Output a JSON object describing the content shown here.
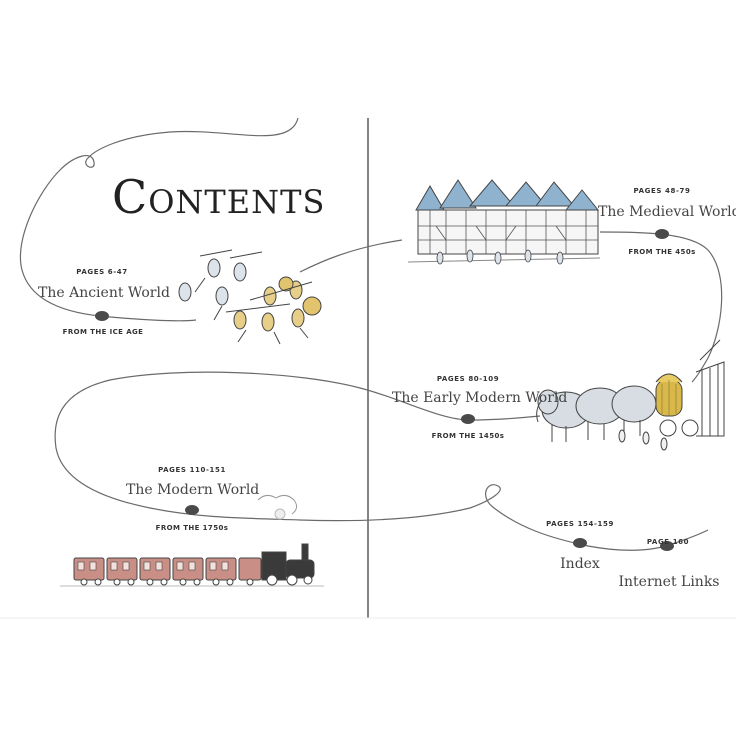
{
  "heading": "Contents",
  "sections": {
    "ancient": {
      "pages": "PAGES 6-47",
      "title": "The Ancient World",
      "from": "FROM THE ICE AGE"
    },
    "medieval": {
      "pages": "PAGES 48-79",
      "title": "The Medieval World",
      "from": "FROM THE 450s"
    },
    "early": {
      "pages": "PAGES 80-109",
      "title": "The Early Modern World",
      "from": "FROM THE 1450s"
    },
    "modern": {
      "pages": "PAGES 110-151",
      "title": "The Modern World",
      "from": "FROM THE 1750s"
    },
    "index": {
      "pages": "PAGES 154-159",
      "title": "Index"
    },
    "links": {
      "pages": "PAGE 160",
      "title": "Internet Links"
    }
  },
  "colors": {
    "line": "#6a6a6a",
    "dot": "#4a4a4a",
    "train": "#c98f86",
    "roof": "#8fb3cf",
    "gold": "#d9b84a"
  }
}
